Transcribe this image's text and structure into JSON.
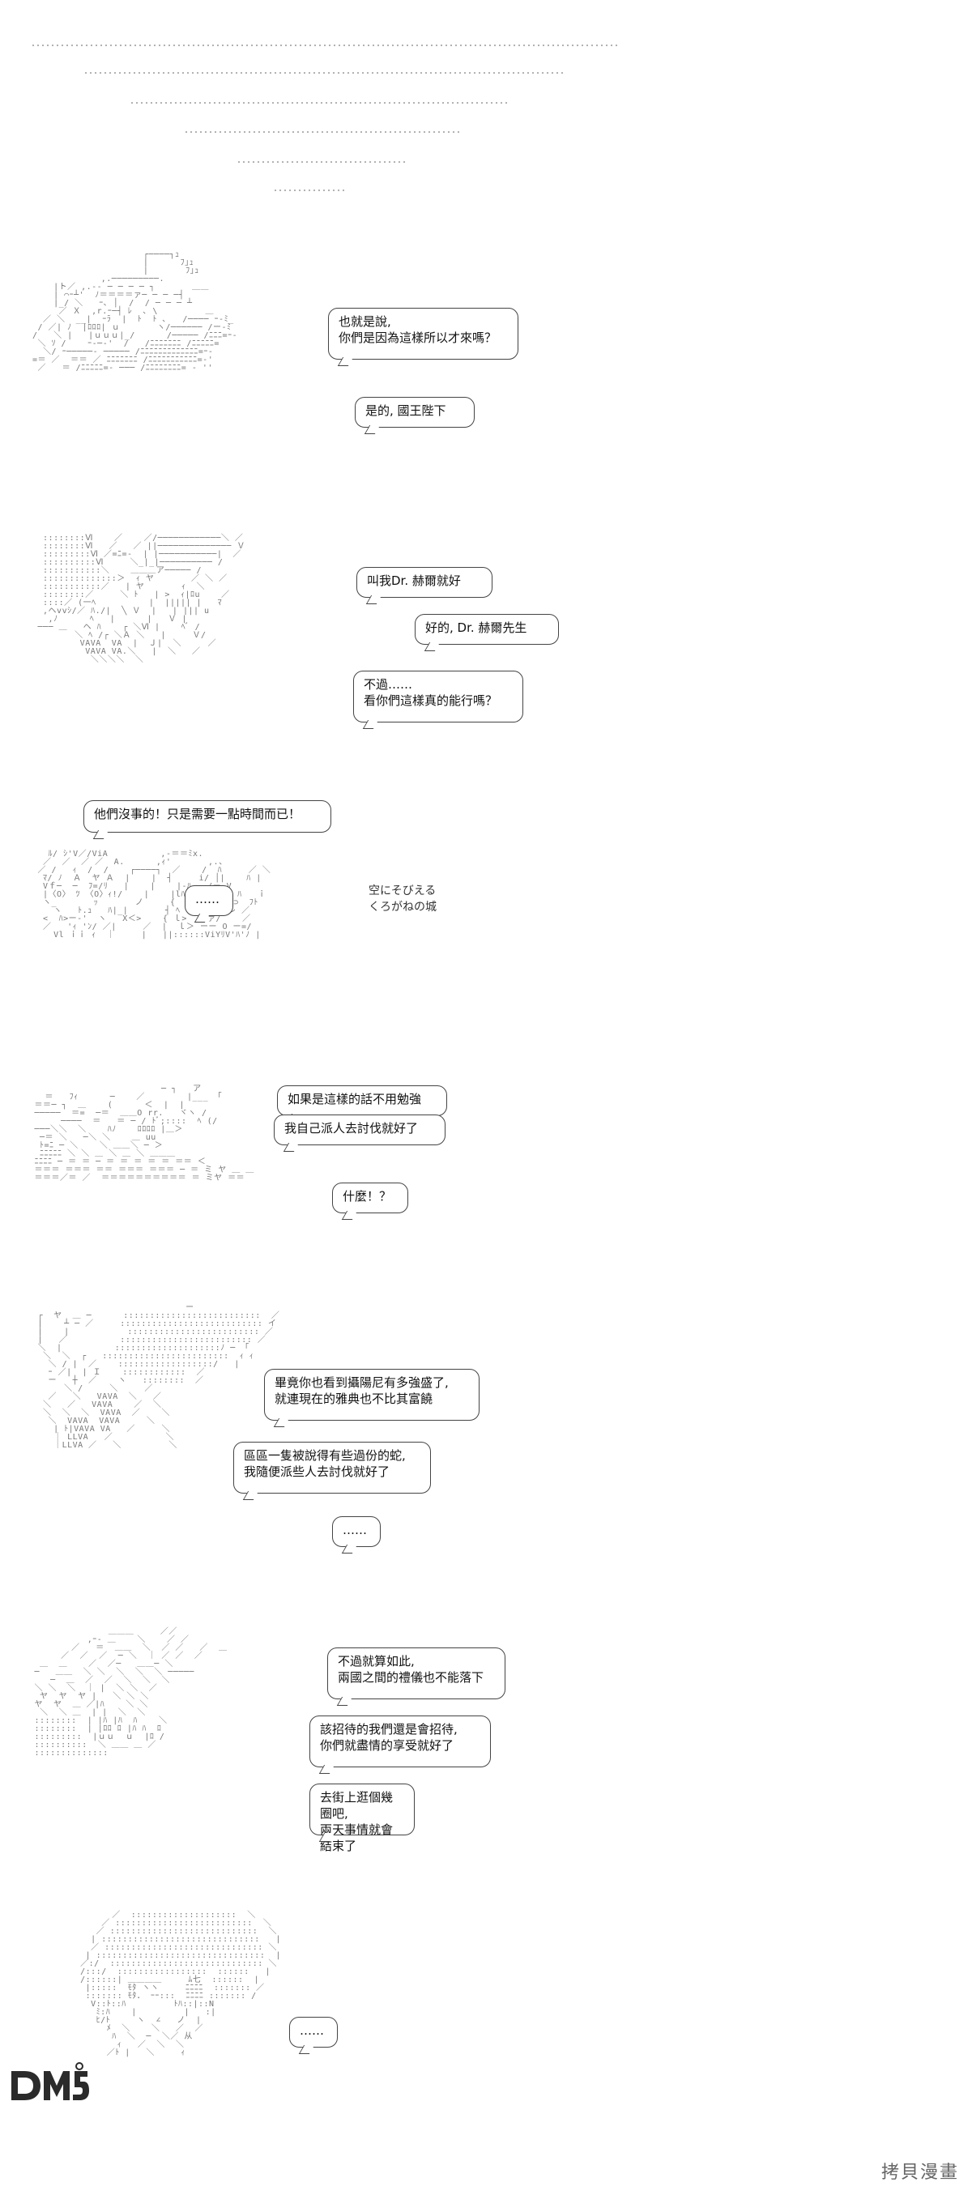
{
  "panels": [
    {
      "bubbles": [
        "也就是說,\n你們是因為這樣所以才來嗎？",
        "是的, 國王陛下"
      ]
    },
    {
      "bubbles": [
        "叫我Dr. 赫爾就好",
        "好的, Dr. 赫爾先生",
        "不過……\n看你們這樣真的能行嗎？"
      ]
    },
    {
      "bubbles": [
        "他們沒事的！只是需要一點時間而已！",
        "……"
      ],
      "caption": "空にそびえる\nくろがねの城"
    },
    {
      "bubbles": [
        "如果是這樣的話不用勉強",
        "我自己派人去討伐就好了",
        "什麼！？"
      ]
    },
    {
      "bubbles": [
        "畢竟你也看到攝陽尼有多強盛了,\n就連現在的雅典也不比其富饒",
        "區區一隻被說得有些過份的蛇,\n我隨便派些人去討伐就好了",
        "……"
      ]
    },
    {
      "bubbles": [
        "不過就算如此,\n兩國之間的禮儀也不能落下",
        "該招待的我們還是會招待,\n你們就盡情的享受就好了",
        "去街上逛個幾圈吧,\n兩天事情就會結束了"
      ]
    },
    {
      "bubbles": [
        "……"
      ]
    }
  ],
  "logo": "DM5",
  "watermark": "拷貝漫畫"
}
